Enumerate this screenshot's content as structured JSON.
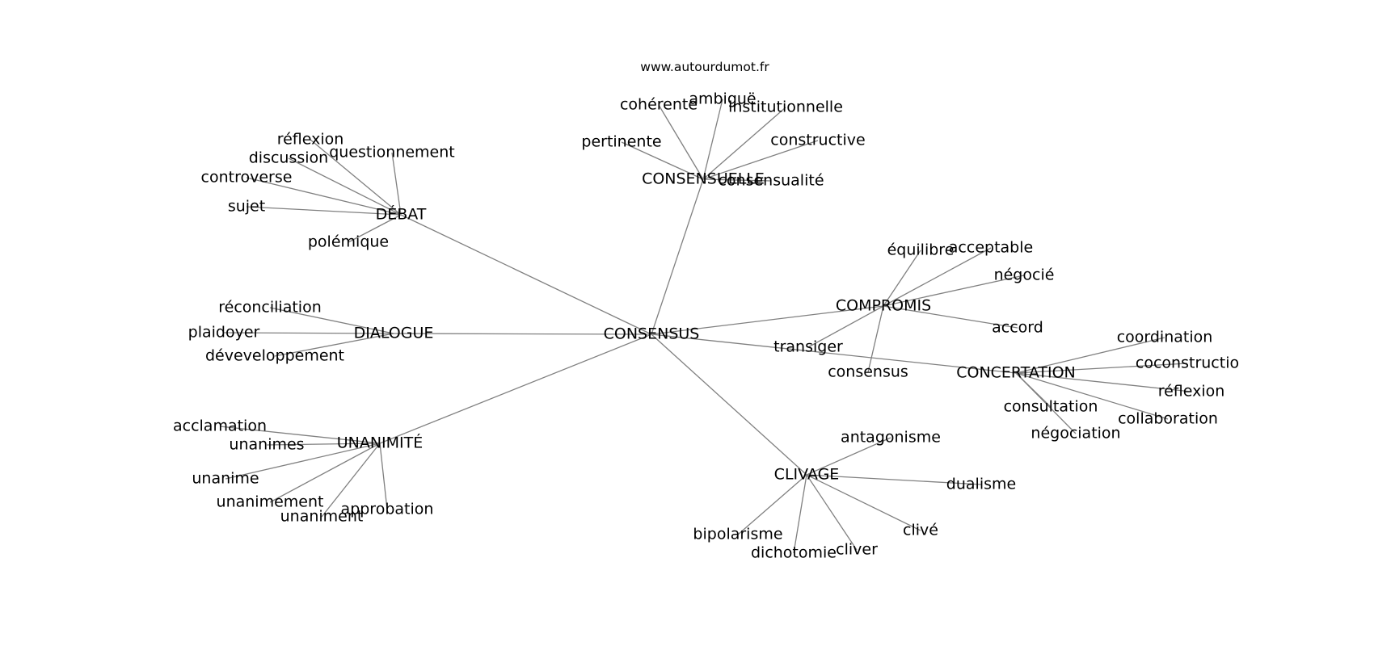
{
  "site_url": "www.autourdumot.fr",
  "graph": {
    "center": "CONSENSUS",
    "clusters": [
      {
        "name": "DÉBAT",
        "related": [
          "réflexion",
          "questionnement",
          "discussion",
          "controverse",
          "sujet",
          "polémique"
        ]
      },
      {
        "name": "CONSENSUELLE",
        "related": [
          "cohérente",
          "ambiguë",
          "institutionnelle",
          "pertinente",
          "constructive",
          "consensualité"
        ]
      },
      {
        "name": "COMPROMIS",
        "related": [
          "équilibre",
          "acceptable",
          "négocié",
          "accord",
          "transiger",
          "consensus"
        ]
      },
      {
        "name": "DIALOGUE",
        "related": [
          "réconciliation",
          "plaidoyer",
          "déveveloppement"
        ]
      },
      {
        "name": "CONCERTATION",
        "related": [
          "coordination",
          "coconstructio",
          "réflexion",
          "consultation",
          "collaboration",
          "négociation"
        ]
      },
      {
        "name": "UNANIMITÉ",
        "related": [
          "acclamation",
          "unanimes",
          "unanime",
          "unanimement",
          "unaniment",
          "approbation"
        ]
      },
      {
        "name": "CLIVAGE",
        "related": [
          "antagonisme",
          "dualisme",
          "clivé",
          "bipolarisme",
          "dichotomie",
          "cliver"
        ]
      }
    ]
  }
}
